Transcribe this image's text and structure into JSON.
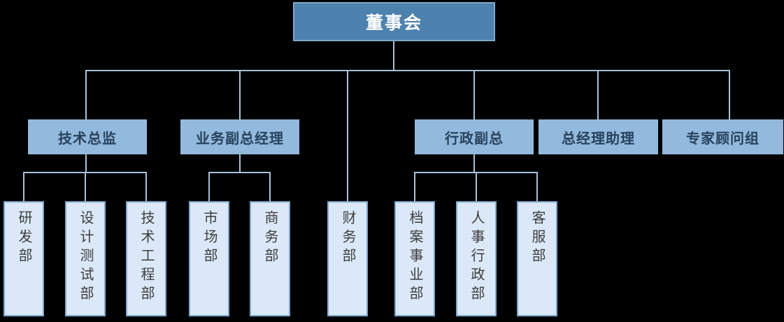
{
  "org_chart": {
    "type": "org-chart",
    "root": {
      "label": "董事会"
    },
    "executives": [
      {
        "label": "技术总监",
        "departments": [
          "研发部",
          "设计测试部",
          "技术工程部"
        ]
      },
      {
        "label": "业务副总经理",
        "departments": [
          "市场部",
          "商务部"
        ]
      },
      {
        "label": "行政副总",
        "departments": [
          "档案事业部",
          "人事行政部",
          "客服部"
        ]
      },
      {
        "label": "总经理助理",
        "departments": []
      },
      {
        "label": "专家顾问组",
        "departments": []
      }
    ],
    "board_departments": [
      "财务部"
    ],
    "colors": {
      "background": "#000000",
      "root_fill": "#4d81ae",
      "root_text": "#ffffff",
      "executive_fill": "#93b9dc",
      "executive_text": "#26425e",
      "department_fill": "#dae8f8",
      "department_border": "#7fa7cd",
      "department_text": "#3d3d3d",
      "connector": "#a8c2da"
    }
  }
}
